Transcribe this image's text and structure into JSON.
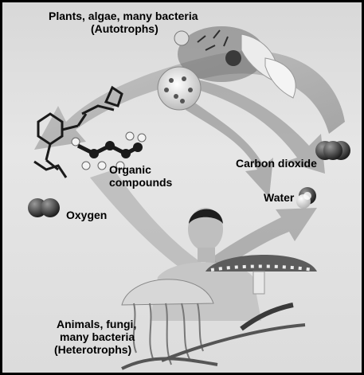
{
  "diagram": {
    "top_caption": "",
    "autotrophs": {
      "line1": "Plants, algae, many bacteria",
      "line2": "(Autotrophs)"
    },
    "organic_compounds": {
      "line1": "Organic",
      "line2": "compounds"
    },
    "carbon_dioxide": "Carbon dioxide",
    "water": "Water",
    "oxygen": "Oxygen",
    "heterotrophs": {
      "line1": "Animals, fungi,",
      "line2": "many bacteria",
      "line3": "(Heterotrophs)"
    }
  },
  "colors": {
    "frame": "#000000",
    "background": "#dcdcdc",
    "arrow": "#a9a9a9",
    "molecule_dark": "#2b2b2b",
    "molecule_light": "#f0f0f0"
  }
}
